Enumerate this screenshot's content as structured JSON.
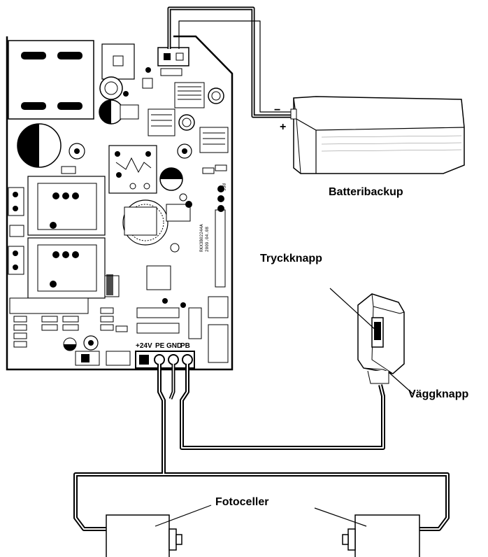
{
  "labels": {
    "battery": "Batteribackup",
    "push_button": "Tryckknapp",
    "wall_button": "Väggknapp",
    "photocells": "Fotoceller"
  },
  "terminals": {
    "t1": "+24V",
    "t2": "PE",
    "t3": "GND",
    "t4": "PB"
  },
  "battery_polarity": {
    "neg": "−",
    "pos": "+"
  },
  "board_text": {
    "model": "RKX3B02244A",
    "date": "2009.04.08",
    "reference": "REF"
  }
}
